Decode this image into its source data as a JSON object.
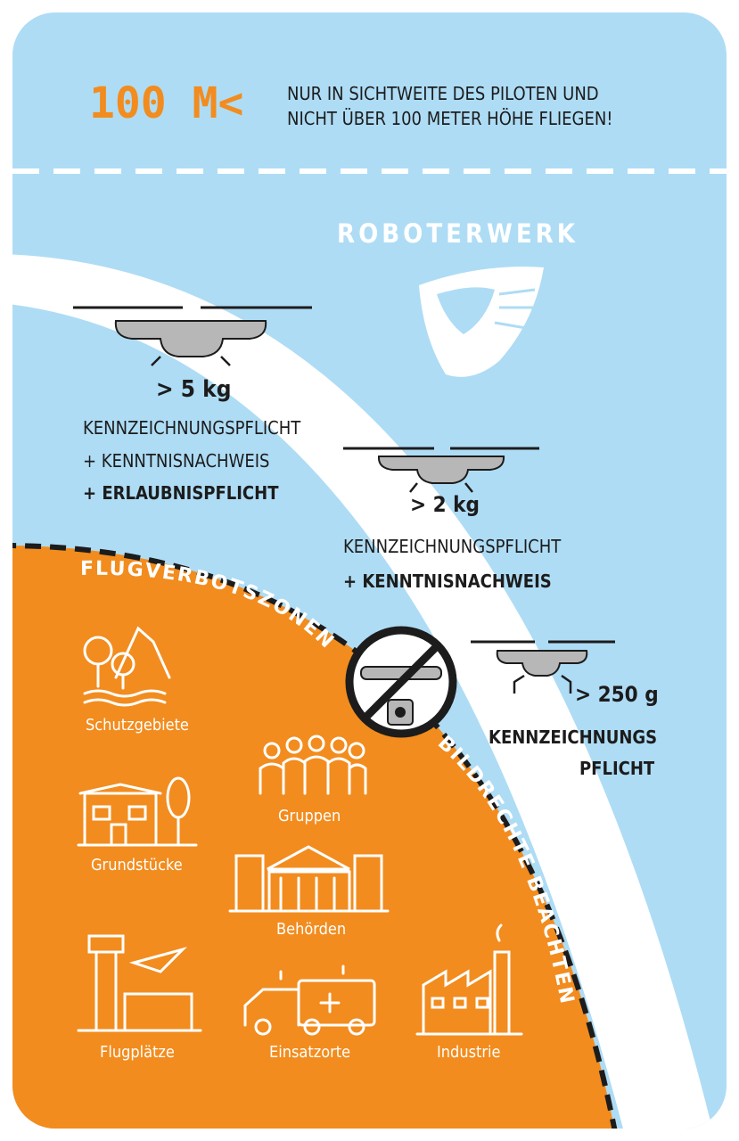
{
  "colors": {
    "sky": "#aedcf5",
    "orange": "#f28c1e",
    "white": "#ffffff",
    "dark": "#1c1c1c",
    "grey": "#b7b7b7"
  },
  "header": {
    "height_label": "100 M<",
    "line1": "NUR IN SICHTWEITE DES PILOTEN UND",
    "line2": "NICHT ÜBER 100 METER HÖHE FLIEGEN!"
  },
  "brand": {
    "name": "ROBOTERWERK",
    "logo_icon": "eye-logo-icon"
  },
  "tiers": {
    "heavy": {
      "weight": "> 5 kg",
      "line1": "KENNZEICHNUNGSPFLICHT",
      "line2": "+ KENNTNISNACHWEIS",
      "line3": "+ ERLAUBNISPFLICHT"
    },
    "medium": {
      "weight": "> 2 kg",
      "line1": "KENNZEICHNUNGSPFLICHT",
      "line2": "+ KENNTNISNACHWEIS"
    },
    "light": {
      "weight": "> 250 g",
      "line1": "KENNZEICHNUNGS",
      "line2": "PFLICHT"
    }
  },
  "zones": {
    "no_fly_title": "FLUGVERBOTSZONEN",
    "image_rights": "BILDRECHTE BEACHTEN",
    "items": [
      {
        "label": "Schutzgebiete",
        "icon": "nature-reserve-icon"
      },
      {
        "label": "Gruppen",
        "icon": "crowd-icon"
      },
      {
        "label": "Grundstücke",
        "icon": "property-icon"
      },
      {
        "label": "Behörden",
        "icon": "government-building-icon"
      },
      {
        "label": "Flugplätze",
        "icon": "airport-icon"
      },
      {
        "label": "Einsatzorte",
        "icon": "emergency-vehicles-icon"
      },
      {
        "label": "Industrie",
        "icon": "factory-icon"
      }
    ]
  }
}
